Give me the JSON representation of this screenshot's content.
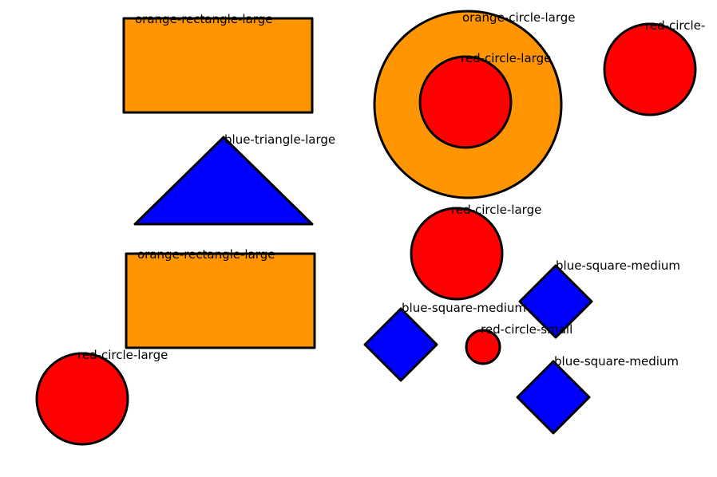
{
  "colors": {
    "orange": "#ff9500",
    "red": "#ff0000",
    "blue": "#0000ff",
    "outline": "#000000",
    "background": "#ffffff"
  },
  "shapes": [
    {
      "label": "orange-rectangle-large",
      "kind": "rectangle",
      "color": "orange",
      "size": "large"
    },
    {
      "label": "orange-rectangle-large",
      "kind": "rectangle",
      "color": "orange",
      "size": "large"
    },
    {
      "label": "blue-triangle-large",
      "kind": "triangle",
      "color": "blue",
      "size": "large"
    },
    {
      "label": "orange-circle-large",
      "kind": "circle",
      "color": "orange",
      "size": "large"
    },
    {
      "label": "red-circle-large",
      "kind": "circle",
      "color": "red",
      "size": "large"
    },
    {
      "label": "red-circle-",
      "kind": "circle",
      "color": "red",
      "size": "large"
    },
    {
      "label": "red-circle-large",
      "kind": "circle",
      "color": "red",
      "size": "large"
    },
    {
      "label": "blue-square-medium",
      "kind": "diamond",
      "color": "blue",
      "size": "medium"
    },
    {
      "label": "blue-square-medium",
      "kind": "diamond",
      "color": "blue",
      "size": "medium"
    },
    {
      "label": "red-circle-small",
      "kind": "circle",
      "color": "red",
      "size": "small"
    },
    {
      "label": "blue-square-medium",
      "kind": "diamond",
      "color": "blue",
      "size": "medium"
    },
    {
      "label": "red-circle-large",
      "kind": "circle",
      "color": "red",
      "size": "large"
    }
  ]
}
